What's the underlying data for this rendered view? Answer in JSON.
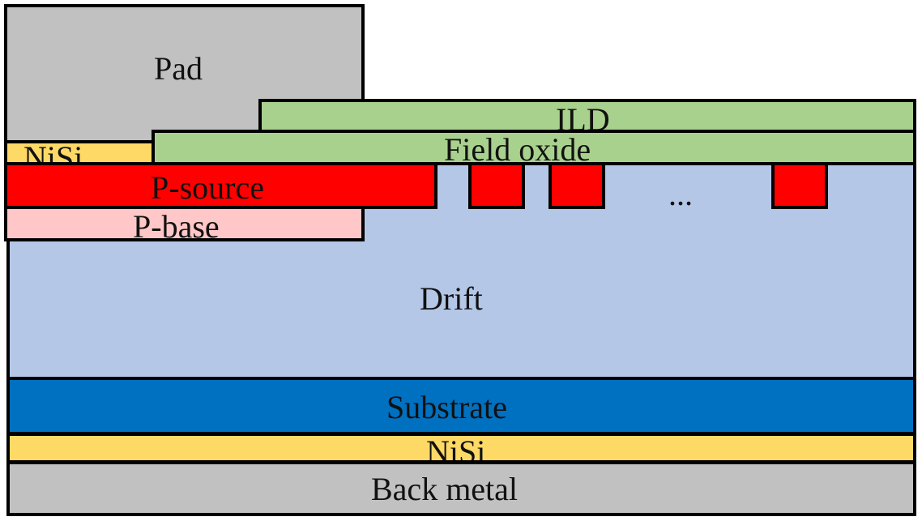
{
  "layers": {
    "pad": "Pad",
    "ild": "ILD",
    "field_oxide": "Field oxide",
    "nisi_top": "NiSi",
    "p_source": "P-source",
    "p_base": "P-base",
    "ellipsis": "...",
    "drift": "Drift",
    "substrate": "Substrate",
    "nisi_bottom": "NiSi",
    "back_metal": "Back metal"
  },
  "colors": {
    "pad": "#c1c1c1",
    "ild_field_oxide": "#a9d18e",
    "nisi": "#ffd966",
    "p_source": "#ff0000",
    "p_base": "#ffc7c7",
    "drift": "#b4c7e7",
    "substrate": "#0070c0",
    "back_metal": "#c1c1c1",
    "outline": "#000000"
  }
}
